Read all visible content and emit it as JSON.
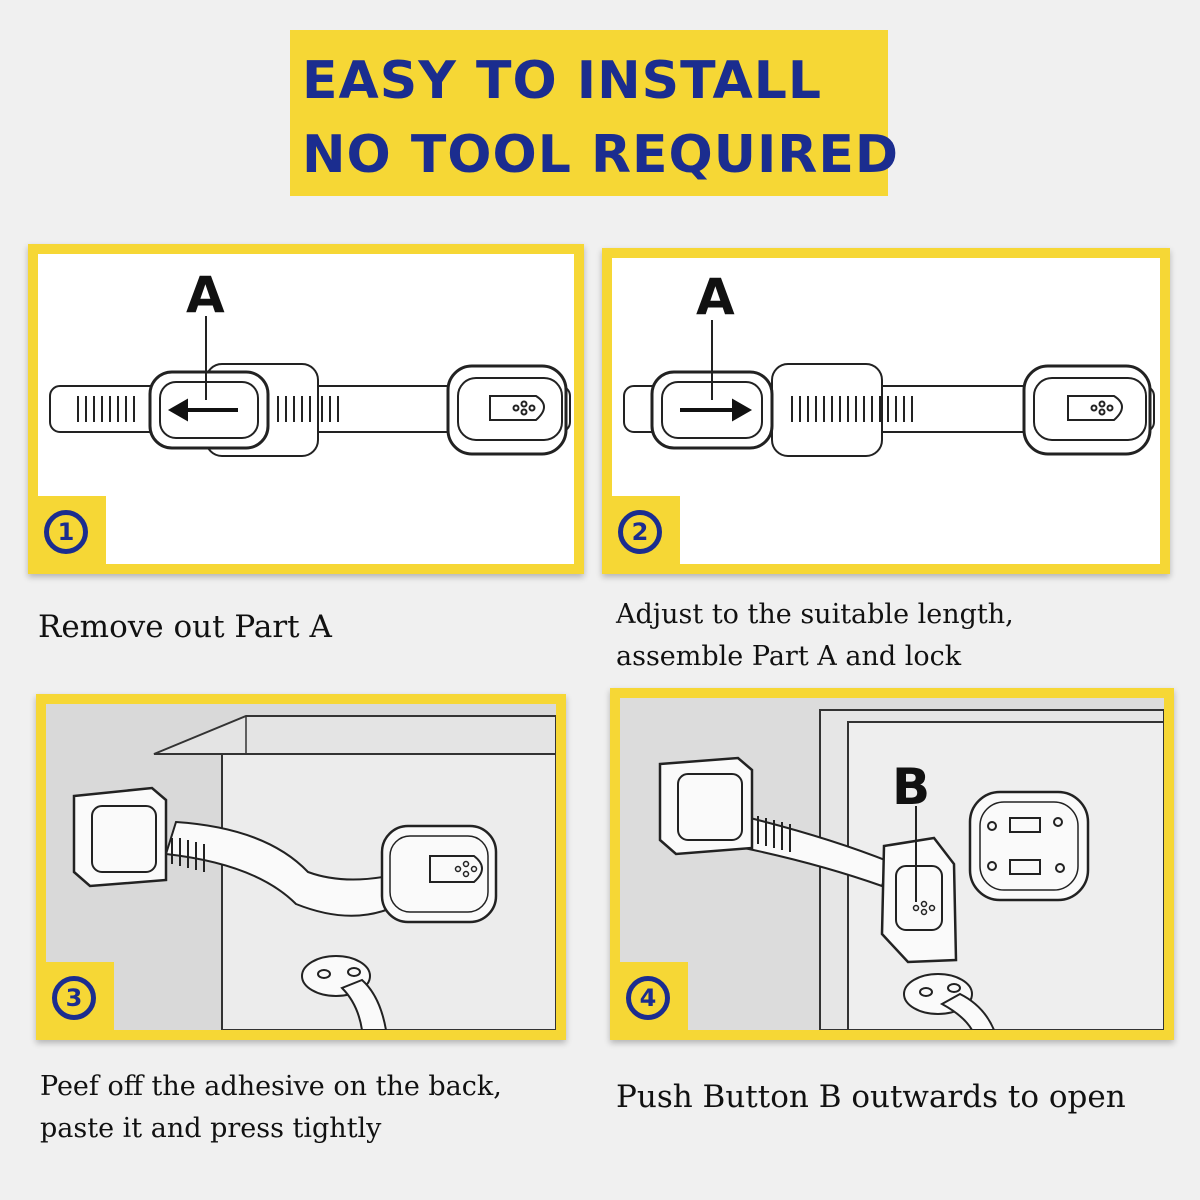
{
  "banner": {
    "line1": "EASY TO INSTALL",
    "line2": "NO TOOL REQUIRED"
  },
  "steps": [
    {
      "number": "1",
      "part_label": "A",
      "caption": [
        "Remove out Part A"
      ]
    },
    {
      "number": "2",
      "part_label": "A",
      "caption": [
        "Adjust to the suitable length,",
        "assemble Part A and lock"
      ]
    },
    {
      "number": "3",
      "caption": [
        "Peef off the adhesive on the back,",
        "paste it and press tightly"
      ]
    },
    {
      "number": "4",
      "part_label": "B",
      "caption": [
        "Push Button B outwards to open"
      ]
    }
  ],
  "colors": {
    "accent_yellow": "#f6d735",
    "text_blue": "#1b2d8f",
    "background": "#f0f0f0"
  }
}
